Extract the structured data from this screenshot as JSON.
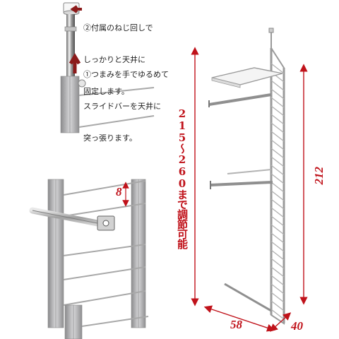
{
  "callouts": {
    "step2_line1": "②付属のねじ回しで",
    "step2_line2": "しっかりと天井に",
    "step2_line3": "固定します。",
    "step1_line1": "①つまみを手でゆるめて",
    "step1_line2": "スライドバーを天井に",
    "step1_line3": "突っ張ります。"
  },
  "dimensions": {
    "gap": "8",
    "range": "215～260まで調節可能",
    "height": "212",
    "width": "58",
    "depth": "40"
  },
  "colors": {
    "accent_red": "#c0121a",
    "arrow_dark_red": "#8b1a1a",
    "metal": "#a9a9ab"
  }
}
